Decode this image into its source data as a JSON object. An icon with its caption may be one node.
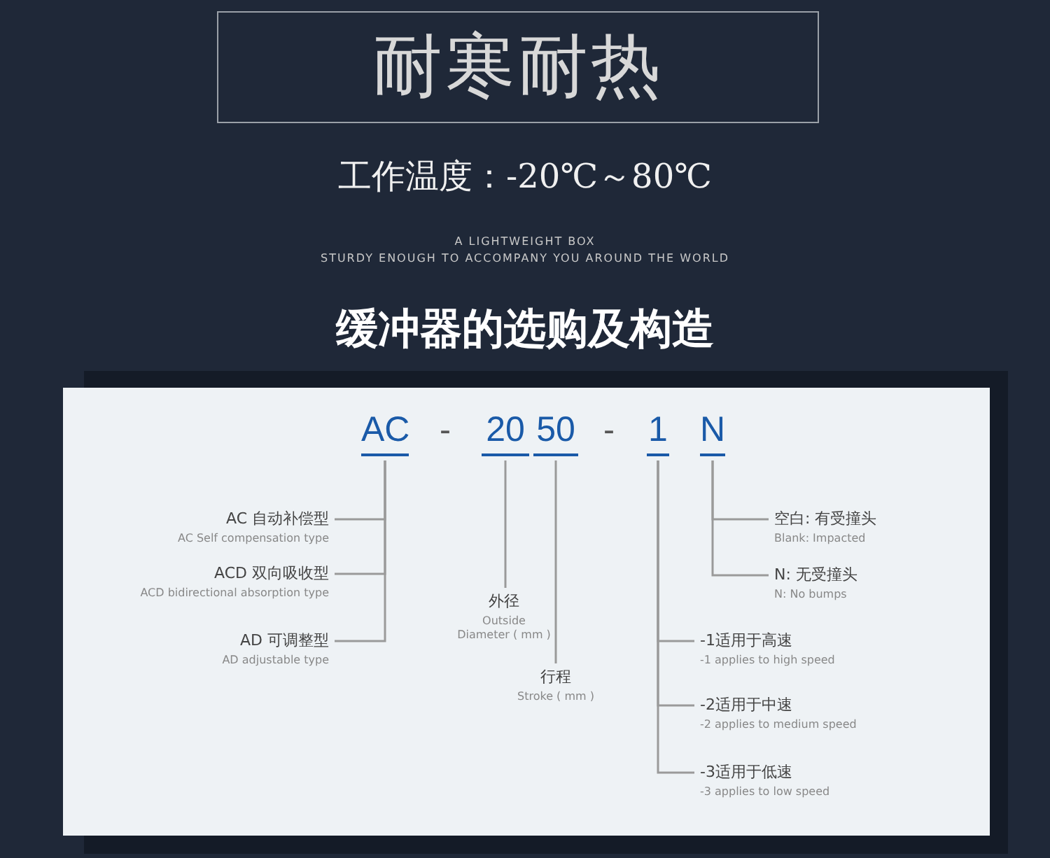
{
  "diagram": {
    "nodes": [
      {
        "text": [
          "耐寒耐热"
        ]
      },
      {
        "text": [
          "AC"
        ]
      },
      {
        "text": [
          "20"
        ]
      },
      {
        "text": [
          "50"
        ]
      },
      {
        "text": [
          "1"
        ]
      },
      {
        "text": [
          "N"
        ]
      },
      {
        "text": [
          "AC 自动补偿型",
          "AC Self compensation type"
        ]
      },
      {
        "text": [
          "ACD 双向吸收型",
          "ACD bidirectional absorption type"
        ]
      },
      {
        "text": [
          "AD 可调整型",
          "AD adjustable type"
        ]
      },
      {
        "text": [
          "外径",
          "Outside Diameter ( mm )"
        ]
      },
      {
        "text": [
          "行程",
          "Stroke ( mm )"
        ]
      },
      {
        "text": [
          "空白: 有受撞头",
          "Blank: Impacted"
        ]
      },
      {
        "text": [
          "N: 无受撞头",
          "N: No bumps"
        ]
      },
      {
        "text": [
          "-1适用于高速",
          "-1 applies to high speed"
        ]
      },
      {
        "text": [
          "-2适用于中速",
          "-2 applies to medium speed"
        ]
      },
      {
        "text": [
          "-3适用于低速",
          "-3 applies to low speed"
        ]
      }
    ],
    "edges": [
      {
        "from": 1,
        "to": 6,
        "arrow": "none"
      },
      {
        "from": 1,
        "to": 7,
        "arrow": "none"
      },
      {
        "from": 1,
        "to": 8,
        "arrow": "none"
      },
      {
        "from": 2,
        "to": 9,
        "arrow": "none"
      },
      {
        "from": 3,
        "to": 10,
        "arrow": "none"
      },
      {
        "from": 5,
        "to": 11,
        "arrow": "none"
      },
      {
        "from": 5,
        "to": 12,
        "arrow": "none"
      },
      {
        "from": 4,
        "to": 13,
        "arrow": "none"
      },
      {
        "from": 4,
        "to": 14,
        "arrow": "none"
      },
      {
        "from": 4,
        "to": 15,
        "arrow": "none"
      }
    ],
    "labels": [
      "工作温度：-20℃～80℃",
      "A LIGHTWEIGHT BOX",
      "STURDY ENOUGH TO ACCOMPANY YOU AROUND THE WORLD",
      "缓冲器的选购及构造",
      "-",
      "-"
    ]
  }
}
